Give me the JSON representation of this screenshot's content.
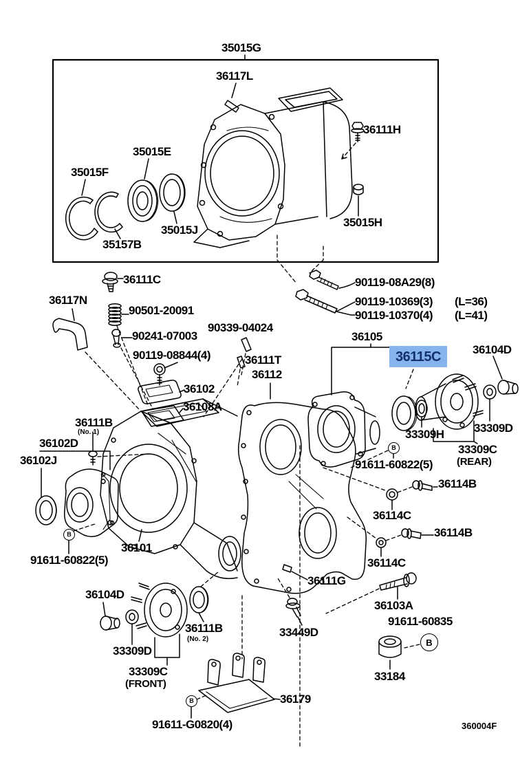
{
  "highlight": {
    "bg": "#85b5ea",
    "fg": "#15306e",
    "selected_part": "36115C"
  },
  "labels": {
    "p35015G": "35015G",
    "p36117L": "36117L",
    "p36111H": "36111H",
    "p35015E": "35015E",
    "p35015F": "35015F",
    "p35015J": "35015J",
    "p35157B": "35157B",
    "p35015H": "35015H",
    "p36111C": "36111C",
    "p36117N": "36117N",
    "p90501": "90501-20091",
    "p90241": "90241-07003",
    "p90339": "90339-04024",
    "p90119_08844": "90119-08844(4)",
    "p36111T": "36111T",
    "p36112": "36112",
    "p36102": "36102",
    "p36108A": "36108A",
    "p90119_08A29": "90119-08A29(8)",
    "p90119_10369": "90119-10369(3)",
    "p90119_10370": "90119-10370(4)",
    "l36": "(L=36)",
    "l41": "(L=41)",
    "p36105": "36105",
    "p36115C": "36115C",
    "p36104D_r": "36104D",
    "p33309H": "33309H",
    "p33309D_r": "33309D",
    "p33309C_r": "33309C",
    "rear": "(REAR)",
    "p91611_60822_r": "91611-60822(5)",
    "p36114B_1": "36114B",
    "p36114C_1": "36114C",
    "p36114B_2": "36114B",
    "p36114C_2": "36114C",
    "p36111G": "36111G",
    "p36103A": "36103A",
    "p91611_60835": "91611-60835",
    "p33184": "33184",
    "p33449D": "33449D",
    "p36111B_1": "36111B",
    "no1": "(No. 1)",
    "p36102D": "36102D",
    "p36102J": "36102J",
    "p91611_60822_l": "91611-60822(5)",
    "p36101": "36101",
    "p36104D_l": "36104D",
    "p36111B_2": "36111B",
    "no2": "(No. 2)",
    "p33309D_l": "33309D",
    "p33309C_l": "33309C",
    "front": "(FRONT)",
    "p36179": "36179",
    "p91611_G0820": "91611-G0820(4)",
    "code": "360004F",
    "circled_b": "B"
  }
}
